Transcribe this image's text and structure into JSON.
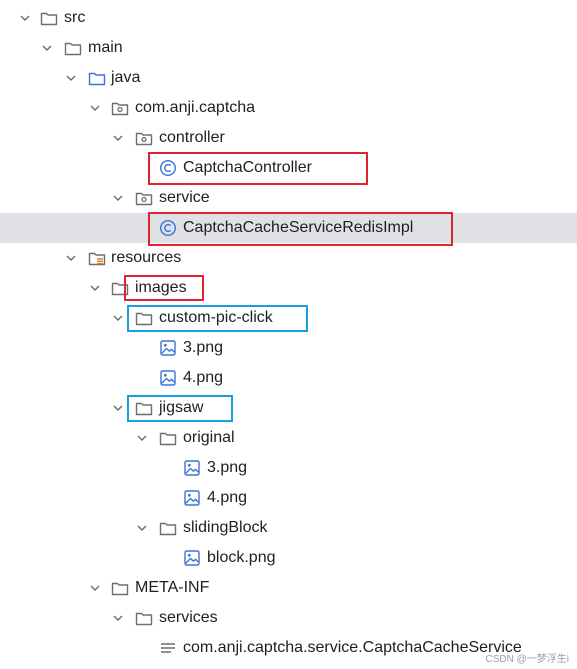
{
  "tree": [
    {
      "name": "src",
      "icon": "chevron-down-icon + folder-icon",
      "expanded": true
    },
    {
      "name": "main",
      "icon": "folder-icon",
      "expanded": true
    },
    {
      "name": "java",
      "icon": "source-folder-icon",
      "expanded": true
    },
    {
      "name": "com.anji.captcha",
      "icon": "package-icon",
      "expanded": true
    },
    {
      "name": "controller",
      "icon": "package-icon",
      "expanded": true
    },
    {
      "name": "CaptchaController",
      "icon": "class-icon"
    },
    {
      "name": "service",
      "icon": "package-icon",
      "expanded": true
    },
    {
      "name": "CaptchaCacheServiceRedisImpl",
      "icon": "class-icon",
      "selected": true
    },
    {
      "name": "resources",
      "icon": "resources-folder-icon",
      "expanded": true
    },
    {
      "name": "images",
      "icon": "folder-icon",
      "expanded": true
    },
    {
      "name": "custom-pic-click",
      "icon": "folder-icon",
      "expanded": true
    },
    {
      "name": "3.png",
      "icon": "image-file-icon"
    },
    {
      "name": "4.png",
      "icon": "image-file-icon"
    },
    {
      "name": "jigsaw",
      "icon": "folder-icon",
      "expanded": true
    },
    {
      "name": "original",
      "icon": "folder-icon",
      "expanded": true
    },
    {
      "name": "3.png",
      "icon": "image-file-icon"
    },
    {
      "name": "4.png",
      "icon": "image-file-icon"
    },
    {
      "name": "slidingBlock",
      "icon": "folder-icon",
      "expanded": true
    },
    {
      "name": "block.png",
      "icon": "image-file-icon"
    },
    {
      "name": "META-INF",
      "icon": "folder-icon",
      "expanded": true
    },
    {
      "name": "services",
      "icon": "folder-icon",
      "expanded": true
    },
    {
      "name": "com.anji.captcha.service.CaptchaCacheService",
      "icon": "text-file-icon"
    }
  ],
  "highlight_colors": {
    "red": "#e0242f",
    "blue": "#1b9ee0",
    "selection": "#dfe1e5",
    "class_icon": "#3b73d8"
  },
  "watermark": "CSDN @一梦浮生i"
}
